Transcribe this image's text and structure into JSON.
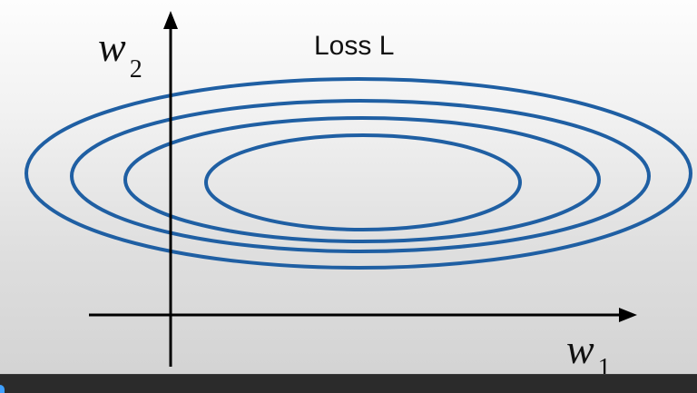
{
  "diagram": {
    "title": "Loss L",
    "y_axis": {
      "variable": "w",
      "subscript": "2"
    },
    "x_axis": {
      "variable": "w",
      "subscript": "1"
    }
  },
  "colors": {
    "contour": "#1f5fa3",
    "axis": "#000000",
    "player_bar": "#2b2b2b",
    "progress": "#3fa0ff"
  },
  "player": {
    "progress_fraction": 0.006
  }
}
